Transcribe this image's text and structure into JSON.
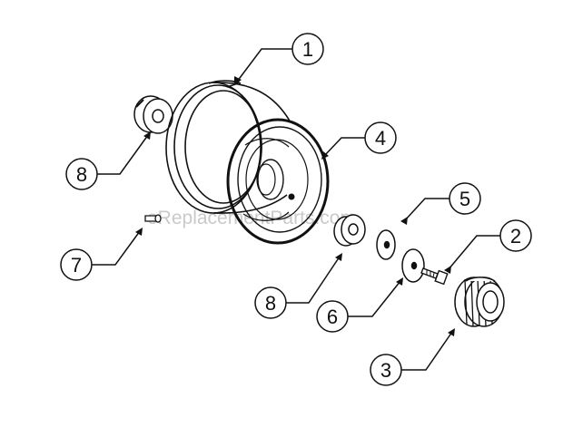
{
  "watermark": "eReplacementParts.com",
  "callouts": [
    {
      "id": "c1",
      "label": "1"
    },
    {
      "id": "c4",
      "label": "4"
    },
    {
      "id": "c8a",
      "label": "8"
    },
    {
      "id": "c7",
      "label": "7"
    },
    {
      "id": "c5",
      "label": "5"
    },
    {
      "id": "c2",
      "label": "2"
    },
    {
      "id": "c8b",
      "label": "8"
    },
    {
      "id": "c6",
      "label": "6"
    },
    {
      "id": "c3",
      "label": "3"
    }
  ],
  "parts": [
    {
      "name": "wheel-rim",
      "label": "1"
    },
    {
      "name": "tire-valve-ring",
      "label": "4"
    },
    {
      "name": "bearing-left",
      "label": "8"
    },
    {
      "name": "valve-stem",
      "label": "7"
    },
    {
      "name": "washer",
      "label": "5"
    },
    {
      "name": "bolt",
      "label": "2"
    },
    {
      "name": "bearing-right",
      "label": "8"
    },
    {
      "name": "spacer-washer",
      "label": "6"
    },
    {
      "name": "hub-gear",
      "label": "3"
    }
  ]
}
